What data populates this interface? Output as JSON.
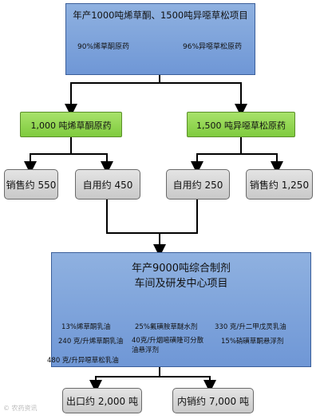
{
  "top_project": {
    "title": "年产1000吨烯草酮、1500吨异噁草松项目",
    "product_left": "90%烯草酮原药",
    "product_right": "96%异噁草松原药"
  },
  "tech_left": {
    "label": "1,000 吨烯草酮原药"
  },
  "tech_right": {
    "label": "1,500 吨异噁草松原药"
  },
  "usage": {
    "sale_left": "销售约 550",
    "self_left": "自用约  450",
    "self_right": "自用约  250",
    "sale_right": "销售约 1,250"
  },
  "formulation": {
    "title_line1": "年产9000吨综合制剂",
    "title_line2": "车间及研发中心项目",
    "products": [
      "13%烯草酮乳油",
      "25%氟磺胺草醚水剂",
      "330 克/升二甲戊灵乳油",
      "240 克/升烯草酮乳油",
      "40克/升烟嘧磺隆可分散油悬浮剂",
      "15%硝磺草酮悬浮剂",
      "480 克/升异噁草松乳油"
    ]
  },
  "outputs": {
    "export": "出口约 2,000 吨",
    "domestic": "内销约 7,000 吨"
  },
  "watermark": "© 农药资讯"
}
